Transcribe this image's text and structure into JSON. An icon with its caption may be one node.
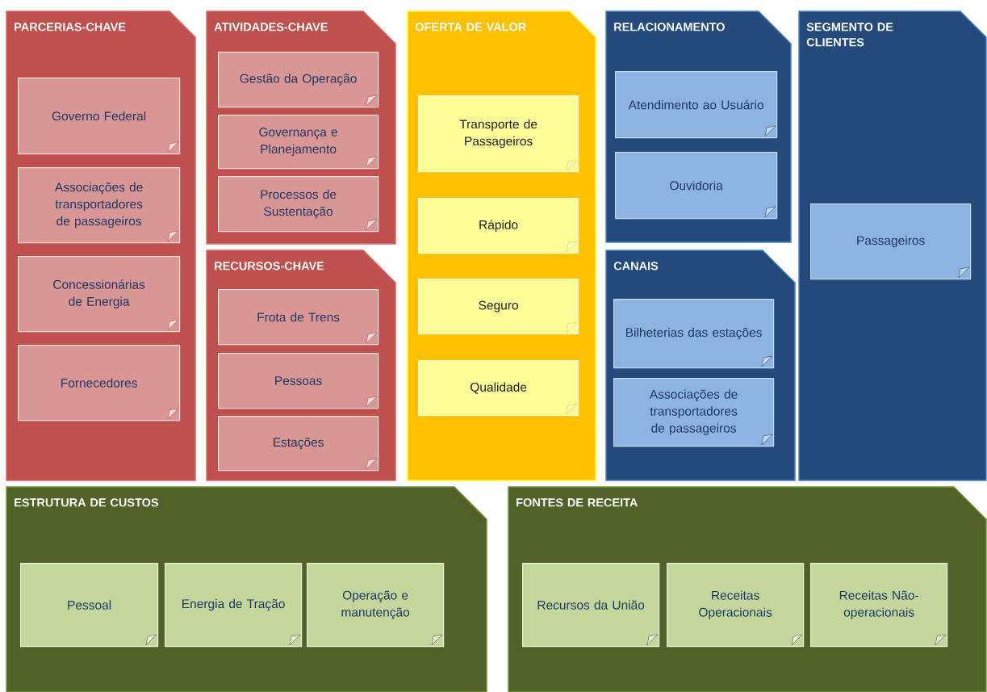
{
  "diagram": {
    "nodes": [
      {
        "text": [
          "PARCERIAS-CHAVE"
        ]
      },
      {
        "text": [
          "Governo Federal"
        ],
        "in": 0
      },
      {
        "text": [
          "Associações de transportadores de passageiros"
        ],
        "in": 0
      },
      {
        "text": [
          "Concessionárias de Energia"
        ],
        "in": 0
      },
      {
        "text": [
          "Fornecedores"
        ],
        "in": 0
      },
      {
        "text": [
          "ATIVIDADES-CHAVE"
        ]
      },
      {
        "text": [
          "Gestão da Operação"
        ],
        "in": 5
      },
      {
        "text": [
          "Governança e Planejamento"
        ],
        "in": 5
      },
      {
        "text": [
          "Processos de Sustentação"
        ],
        "in": 5
      },
      {
        "text": [
          "RECURSOS-CHAVE"
        ]
      },
      {
        "text": [
          "Frota de Trens"
        ],
        "in": 9
      },
      {
        "text": [
          "Pessoas"
        ],
        "in": 9
      },
      {
        "text": [
          "Estações"
        ],
        "in": 9
      },
      {
        "text": [
          "OFERTA DE VALOR"
        ]
      },
      {
        "text": [
          "Transporte de Passageiros"
        ],
        "in": 13
      },
      {
        "text": [
          "Rápido"
        ],
        "in": 13
      },
      {
        "text": [
          "Seguro"
        ],
        "in": 13
      },
      {
        "text": [
          "Qualidade"
        ],
        "in": 13
      },
      {
        "text": [
          "RELACIONAMENTO"
        ]
      },
      {
        "text": [
          "Atendimento ao Usuário"
        ],
        "in": 18
      },
      {
        "text": [
          "Ouvidoria"
        ],
        "in": 18
      },
      {
        "text": [
          "CANAIS"
        ]
      },
      {
        "text": [
          "Bilheterias das estações"
        ],
        "in": 21
      },
      {
        "text": [
          "Associações de transportadores de passageiros"
        ],
        "in": 21
      },
      {
        "text": [
          "SEGMENTO DE CLIENTES"
        ]
      },
      {
        "text": [
          "Passageiros"
        ],
        "in": 24
      },
      {
        "text": [
          "ESTRUTURA DE CUSTOS"
        ]
      },
      {
        "text": [
          "Pessoal"
        ],
        "in": 26
      },
      {
        "text": [
          "Energia de Tração"
        ],
        "in": 26
      },
      {
        "text": [
          "Operação e manutenção"
        ],
        "in": 26
      },
      {
        "text": [
          "FONTES DE RECEITA"
        ]
      },
      {
        "text": [
          "Recursos da União"
        ],
        "in": 30
      },
      {
        "text": [
          "Receitas Operacionais"
        ],
        "in": 30
      },
      {
        "text": [
          "Receitas Não-operacionais"
        ],
        "in": 30
      }
    ]
  }
}
